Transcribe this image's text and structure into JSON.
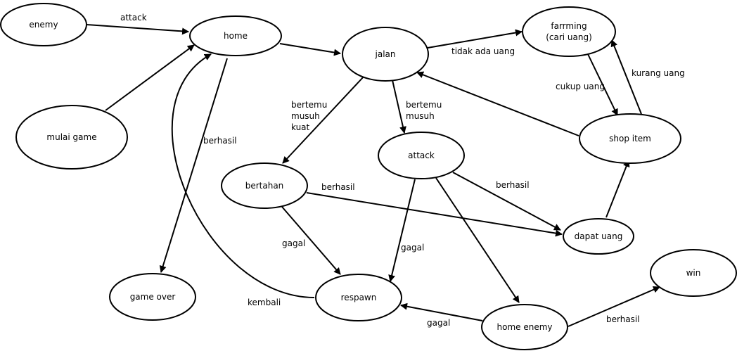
{
  "nodes": {
    "enemy": [
      "enemy"
    ],
    "home": [
      "home"
    ],
    "mulai_game": [
      "mulai game"
    ],
    "jalan": [
      "jalan"
    ],
    "farming": [
      "farrming",
      "(cari uang)"
    ],
    "shop_item": [
      "shop item"
    ],
    "attack": [
      "attack"
    ],
    "bertahan": [
      "bertahan"
    ],
    "dapat_uang": [
      "dapat uang"
    ],
    "game_over": [
      "game over"
    ],
    "respawn": [
      "respawn"
    ],
    "home_enemy": [
      "home enemy"
    ],
    "win": [
      "win"
    ]
  },
  "edges": [
    {
      "from": "enemy",
      "to": "home",
      "label": [
        "attack"
      ]
    },
    {
      "from": "mulai_game",
      "to": "home",
      "label": []
    },
    {
      "from": "home",
      "to": "jalan",
      "label": []
    },
    {
      "from": "jalan",
      "to": "farming",
      "label": [
        "tidak ada uang"
      ]
    },
    {
      "from": "farming",
      "to": "shop_item",
      "label": [
        "cukup uang"
      ]
    },
    {
      "from": "shop_item",
      "to": "farming",
      "label": [
        "kurang uang"
      ]
    },
    {
      "from": "shop_item",
      "to": "jalan",
      "label": []
    },
    {
      "from": "jalan",
      "to": "bertahan",
      "label": [
        "bertemu",
        "musuh",
        "kuat"
      ]
    },
    {
      "from": "jalan",
      "to": "attack",
      "label": [
        "bertemu",
        "musuh"
      ]
    },
    {
      "from": "home",
      "to": "game_over",
      "label": [
        "berhasil"
      ]
    },
    {
      "from": "bertahan",
      "to": "dapat_uang",
      "label": [
        "berhasil"
      ]
    },
    {
      "from": "bertahan",
      "to": "respawn",
      "label": [
        "gagal"
      ]
    },
    {
      "from": "attack",
      "to": "dapat_uang",
      "label": [
        "berhasil"
      ]
    },
    {
      "from": "attack",
      "to": "respawn",
      "label": [
        "gagal"
      ]
    },
    {
      "from": "attack",
      "to": "home_enemy",
      "label": []
    },
    {
      "from": "dapat_uang",
      "to": "shop_item",
      "label": []
    },
    {
      "from": "home_enemy",
      "to": "respawn",
      "label": [
        "gagal"
      ]
    },
    {
      "from": "home_enemy",
      "to": "win",
      "label": [
        "berhasil"
      ]
    },
    {
      "from": "respawn",
      "to": "home",
      "label": [
        "kembali"
      ]
    }
  ]
}
